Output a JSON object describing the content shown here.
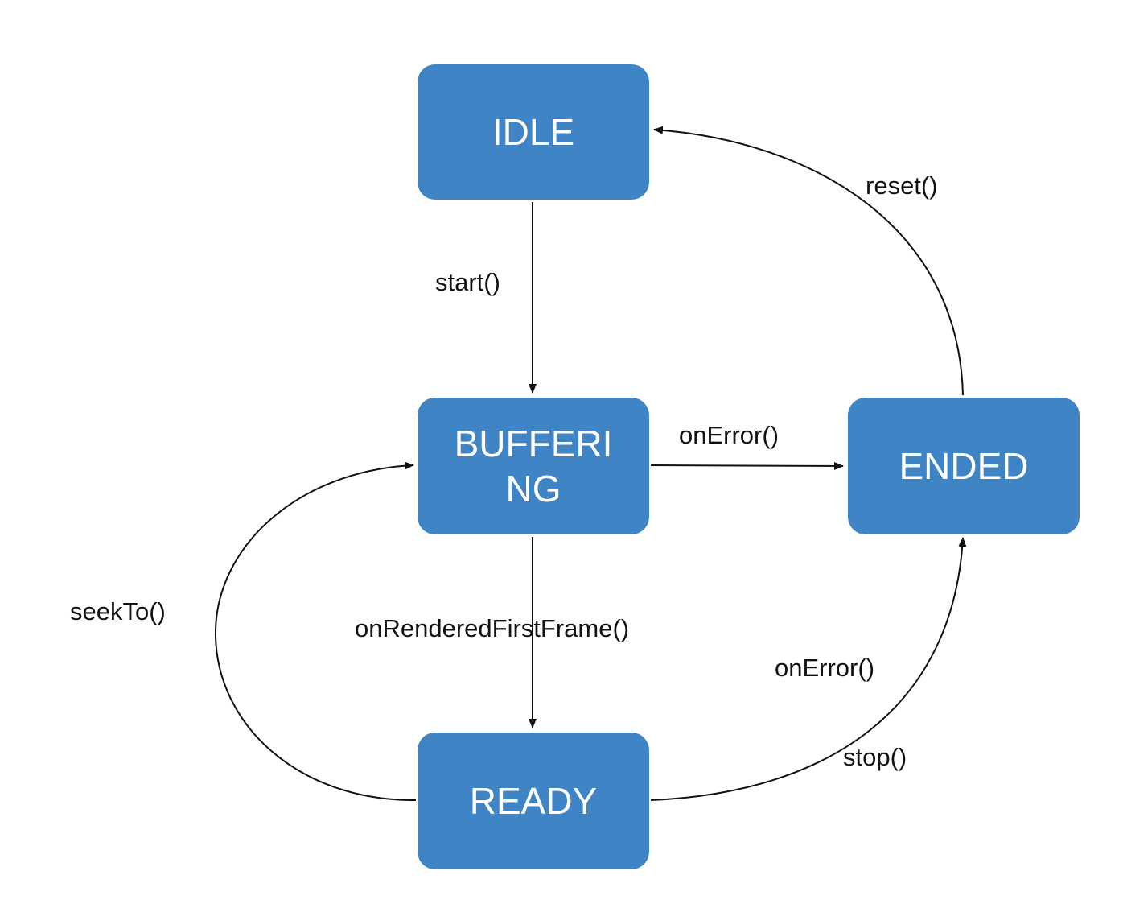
{
  "diagram": {
    "colors": {
      "state_fill": "#3f84c5",
      "state_text": "#ffffff",
      "edge": "#111111"
    },
    "states": {
      "idle": "IDLE",
      "buffering_line1": "BUFFERI",
      "buffering_line2": "NG",
      "ended": "ENDED",
      "ready": "READY"
    },
    "transitions": {
      "start": "start()",
      "reset": "reset()",
      "on_error_buffering": "onError()",
      "seek_to": "seekTo()",
      "on_rendered_first_frame": "onRenderedFirstFrame()",
      "on_error_ready": "onError()",
      "stop": "stop()"
    }
  }
}
